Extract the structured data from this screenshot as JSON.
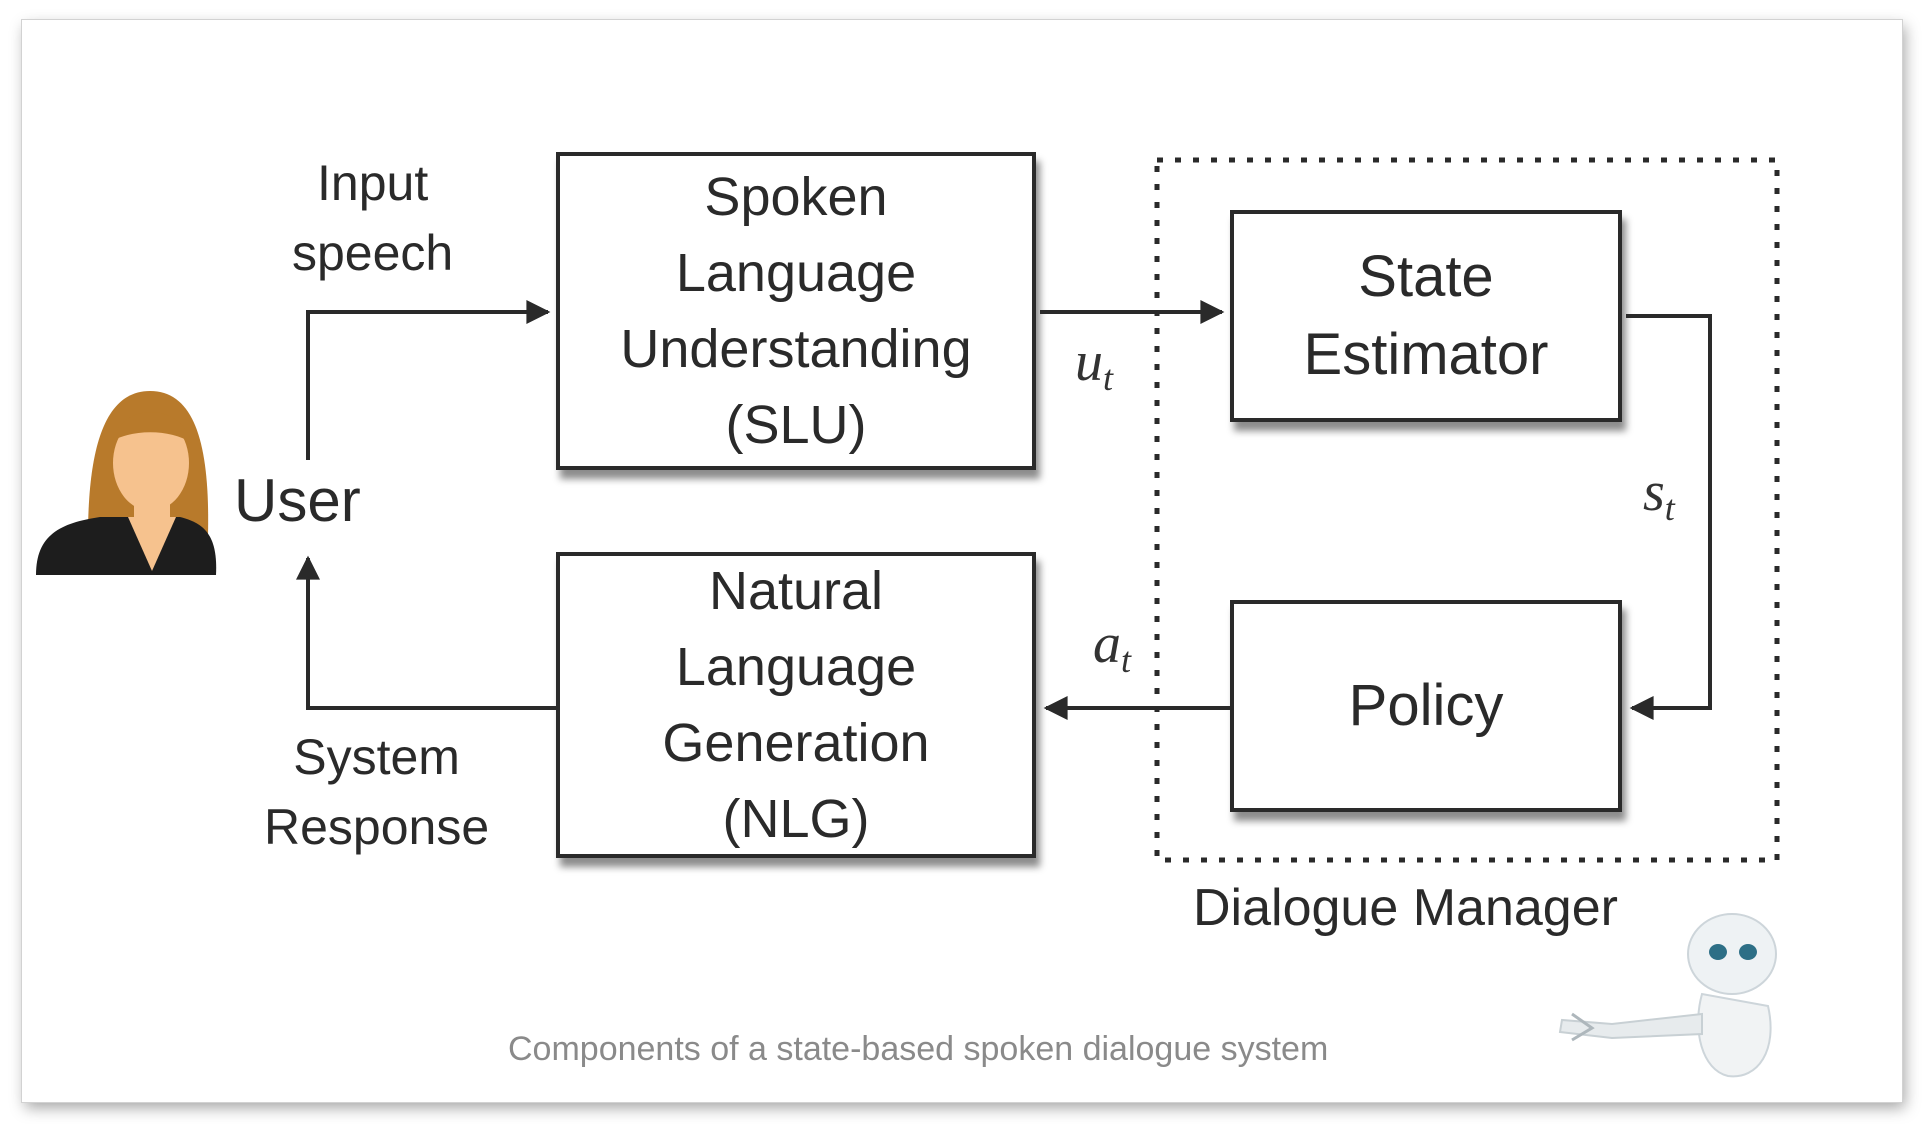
{
  "user_label": "User",
  "input_label": [
    "Input",
    "speech"
  ],
  "response_label": [
    "System",
    "Response"
  ],
  "slu_box": [
    "Spoken",
    "Language",
    "Understanding",
    "(SLU)"
  ],
  "nlg_box": [
    "Natural",
    "Language",
    "Generation",
    "(NLG)"
  ],
  "state_box": [
    "State",
    "Estimator"
  ],
  "policy_box": [
    "Policy"
  ],
  "dm_label": "Dialogue Manager",
  "vars": {
    "u": {
      "base": "u",
      "sub": "t"
    },
    "s": {
      "base": "s",
      "sub": "t"
    },
    "a": {
      "base": "a",
      "sub": "t"
    }
  },
  "caption": "Components of a state-based spoken dialogue system",
  "icons": {
    "user": "user-avatar-icon",
    "robot": "robot-icon"
  },
  "colors": {
    "stroke": "#2a2a2a",
    "hair": "#b87a2b",
    "skin": "#f6c28e",
    "caption": "#8a8a8a"
  }
}
